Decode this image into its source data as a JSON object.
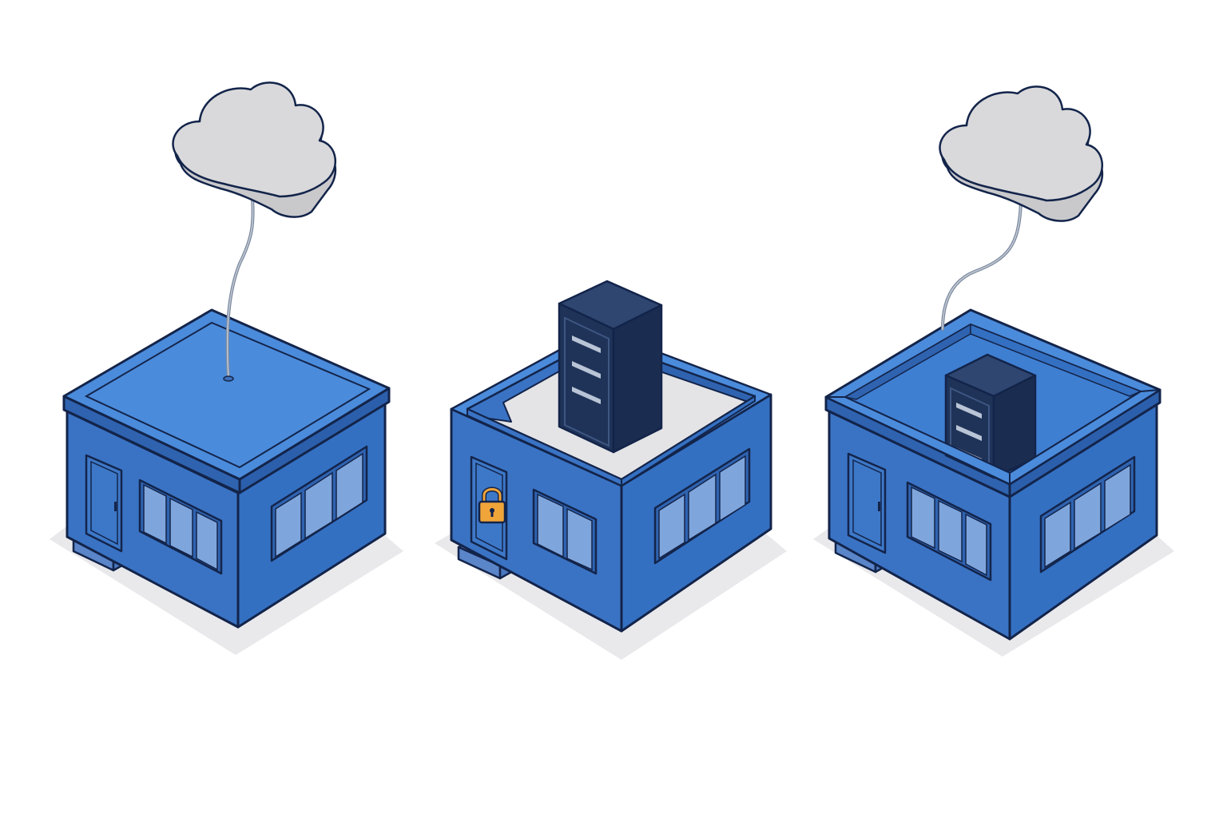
{
  "diagram": {
    "type": "isometric-illustration",
    "scenes": [
      {
        "id": "cloud-hosted",
        "connection": "cloud",
        "server_rack": false,
        "door_lock": false
      },
      {
        "id": "on-premises",
        "connection": "none",
        "server_rack": true,
        "door_lock": true
      },
      {
        "id": "hybrid",
        "connection": "cloud",
        "server_rack": true,
        "door_lock": false
      }
    ]
  },
  "colors": {
    "outline": "#13244a",
    "wall_left": "#3a73c4",
    "wall_right": "#3470c2",
    "roof_top": "#4b8bdb",
    "window_glass": "#7fa6dc",
    "cloud_fill": "#d8d8da",
    "cloud_side": "#c9c9cc",
    "server_fill": "#1f3358",
    "server_side": "#2e4670",
    "server_slot": "#b9c4d6",
    "lock": "#f0a53a",
    "shadow": "#e9e9ec",
    "cable": "#7d8a9e",
    "floor_grey": "#e4e4e6"
  }
}
